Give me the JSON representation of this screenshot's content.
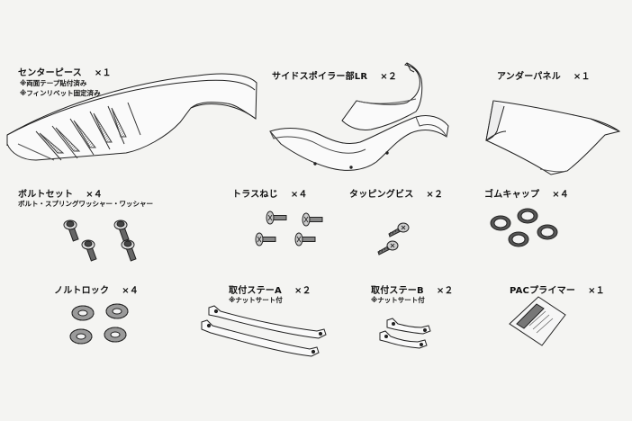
{
  "parts": {
    "center_piece": {
      "name": "センターピース",
      "qty": "×１",
      "note1": "※両面テープ貼付済み",
      "note2": "※フィンリベット固定済み"
    },
    "side_spoiler": {
      "name": "サイドスポイラー部LR",
      "qty": "×２"
    },
    "under_panel": {
      "name": "アンダーパネル",
      "qty": "×１"
    },
    "bolt_set": {
      "name": "ボルトセット",
      "qty": "×４",
      "note": "ボルト・スプリングワッシャー・ワッシャー"
    },
    "truss_screw": {
      "name": "トラスねじ",
      "qty": "×４"
    },
    "tapping_screw": {
      "name": "タッピングビス",
      "qty": "×２"
    },
    "rubber_cap": {
      "name": "ゴムキャップ",
      "qty": "×４"
    },
    "nord_lock": {
      "name": "ノルトロック",
      "qty": "×４"
    },
    "stay_a": {
      "name": "取付ステーA",
      "qty": "×２",
      "note": "※ナットサート付"
    },
    "stay_b": {
      "name": "取付ステーB",
      "qty": "×２",
      "note": "※ナットサート付"
    },
    "pac_primer": {
      "name": "PACプライマー",
      "qty": "×１"
    }
  }
}
